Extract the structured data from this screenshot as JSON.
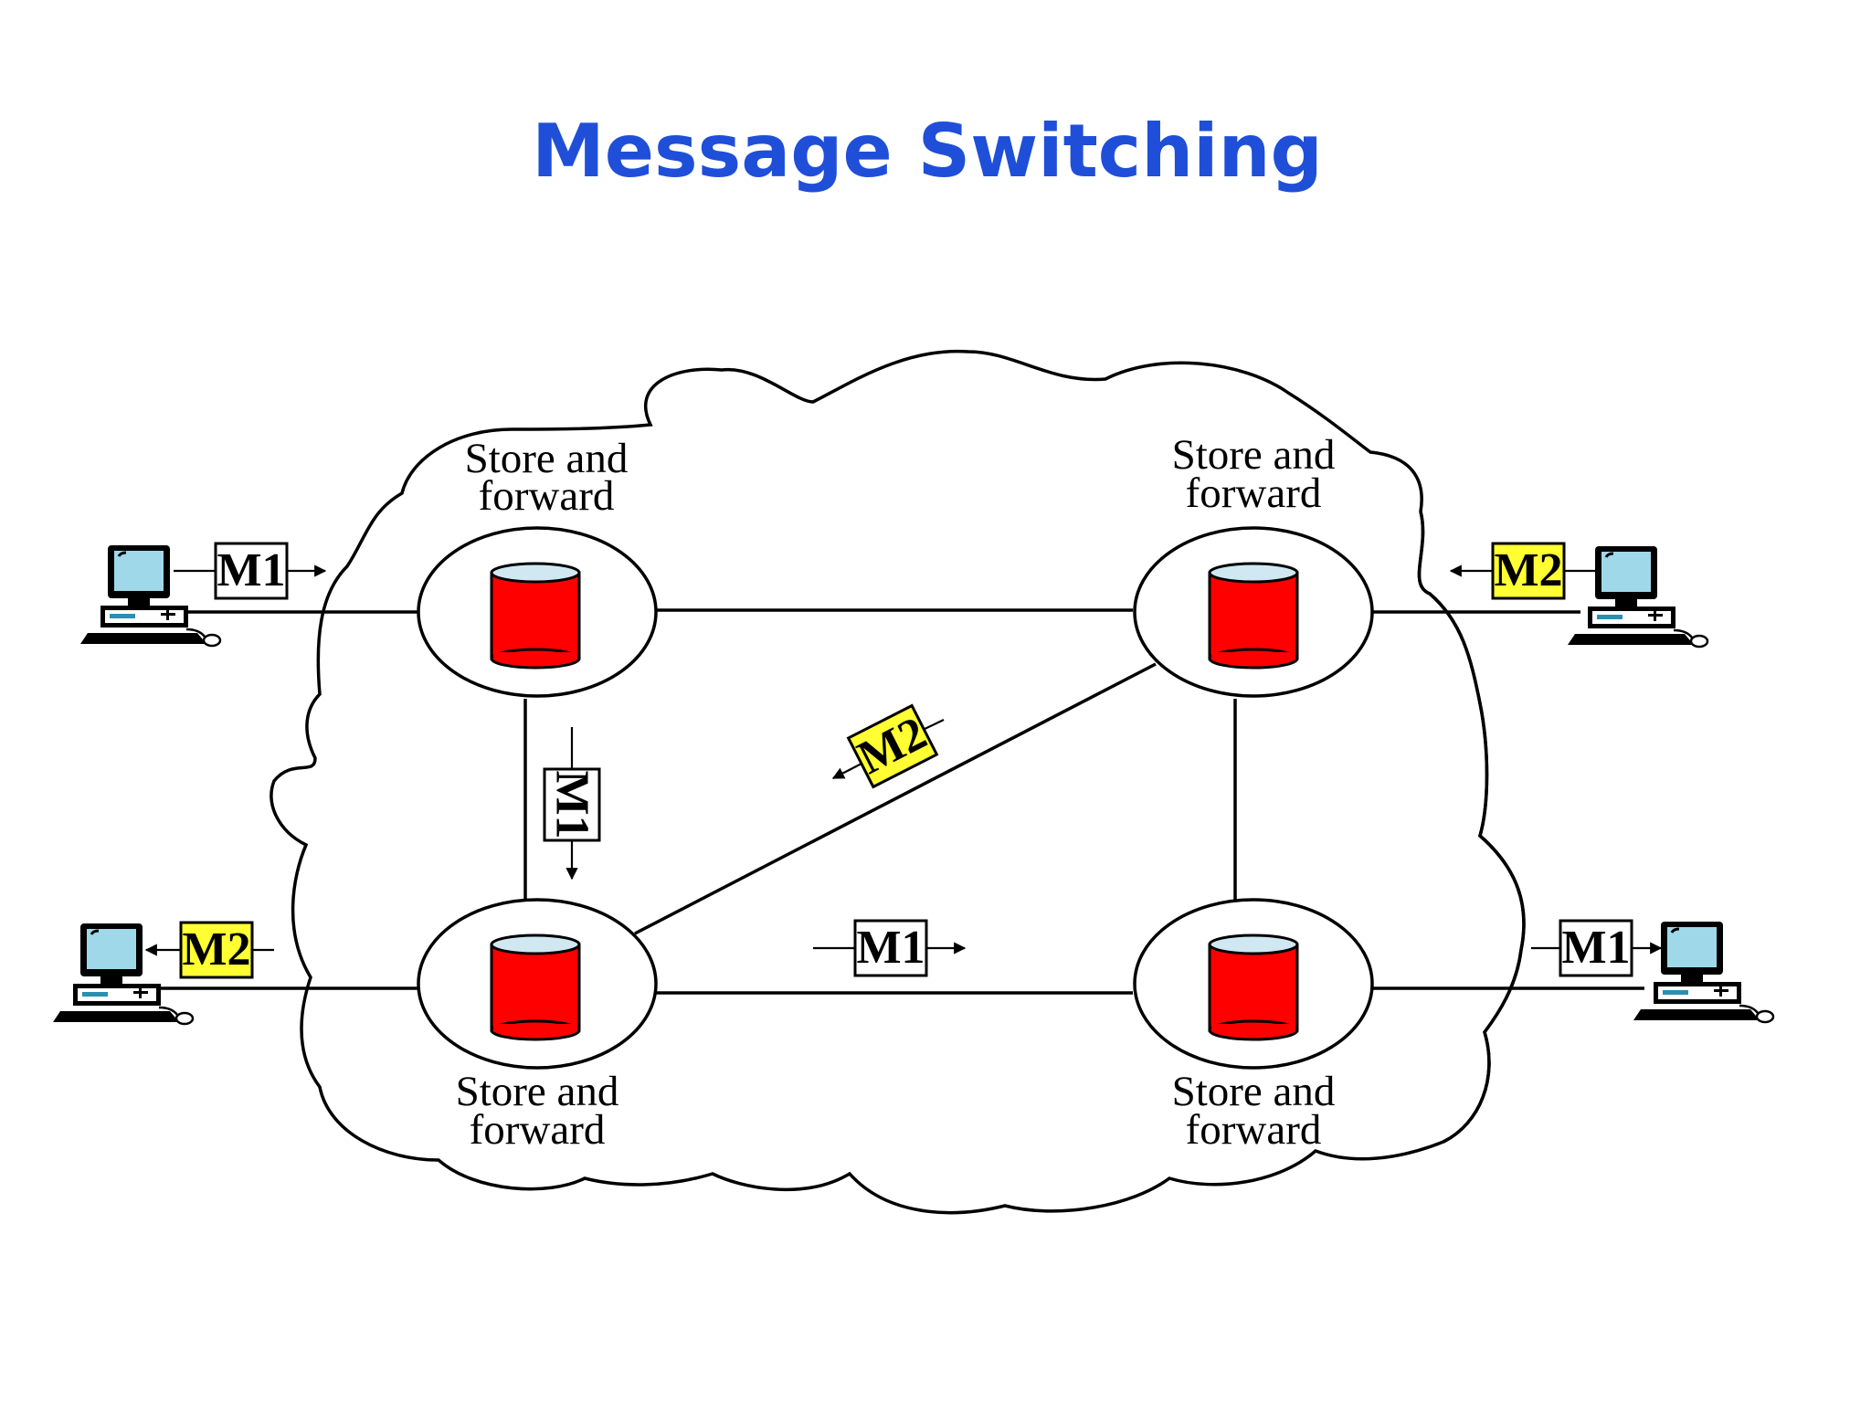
{
  "title": "Message Switching",
  "nodes": {
    "top_left": {
      "line1": "Store and",
      "line2": "forward"
    },
    "top_right": {
      "line1": "Store and",
      "line2": "forward"
    },
    "bottom_left": {
      "line1": "Store and",
      "line2": "forward"
    },
    "bottom_right": {
      "line1": "Store and",
      "line2": "forward"
    }
  },
  "messages": {
    "m1_host_top_left": "M1",
    "m2_host_top_right": "M2",
    "m2_host_bottom_left": "M2",
    "m1_host_bottom_right": "M1",
    "m1_vertical_link": "M1",
    "m2_diagonal_link": "M2",
    "m1_bottom_link": "M1"
  },
  "colors": {
    "title": "#1f4fd8",
    "storage_red": "#ff0000",
    "storage_top": "#cfe8f2",
    "m2_highlight": "#ffff33",
    "m1_background": "#ffffff",
    "monitor_screen": "#9fd8e8"
  },
  "icons": {
    "node": "storage-cylinder-icon",
    "host": "desktop-computer-icon"
  }
}
